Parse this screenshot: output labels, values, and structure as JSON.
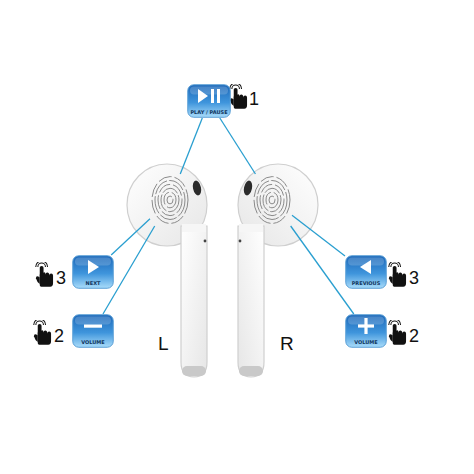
{
  "diagram": {
    "nodes": [
      {
        "text": [
          "PLAY / PAUSE"
        ]
      },
      {
        "text": [
          "L"
        ]
      },
      {
        "text": [
          "R"
        ]
      },
      {
        "text": [
          "NEXT"
        ]
      },
      {
        "text": [
          "VOLUME"
        ]
      },
      {
        "text": [
          "PREVIOUS"
        ]
      },
      {
        "text": [
          "VOLUME"
        ]
      }
    ],
    "edges": [
      {
        "from": 0,
        "to": 1,
        "arrow": "none"
      },
      {
        "from": 0,
        "to": 2,
        "arrow": "none"
      },
      {
        "from": 3,
        "to": 1,
        "arrow": "none"
      },
      {
        "from": 4,
        "to": 1,
        "arrow": "none"
      },
      {
        "from": 5,
        "to": 2,
        "arrow": "none"
      },
      {
        "from": 6,
        "to": 2,
        "arrow": "none"
      }
    ],
    "labels": [
      "1",
      "3",
      "2",
      "3",
      "2"
    ]
  }
}
